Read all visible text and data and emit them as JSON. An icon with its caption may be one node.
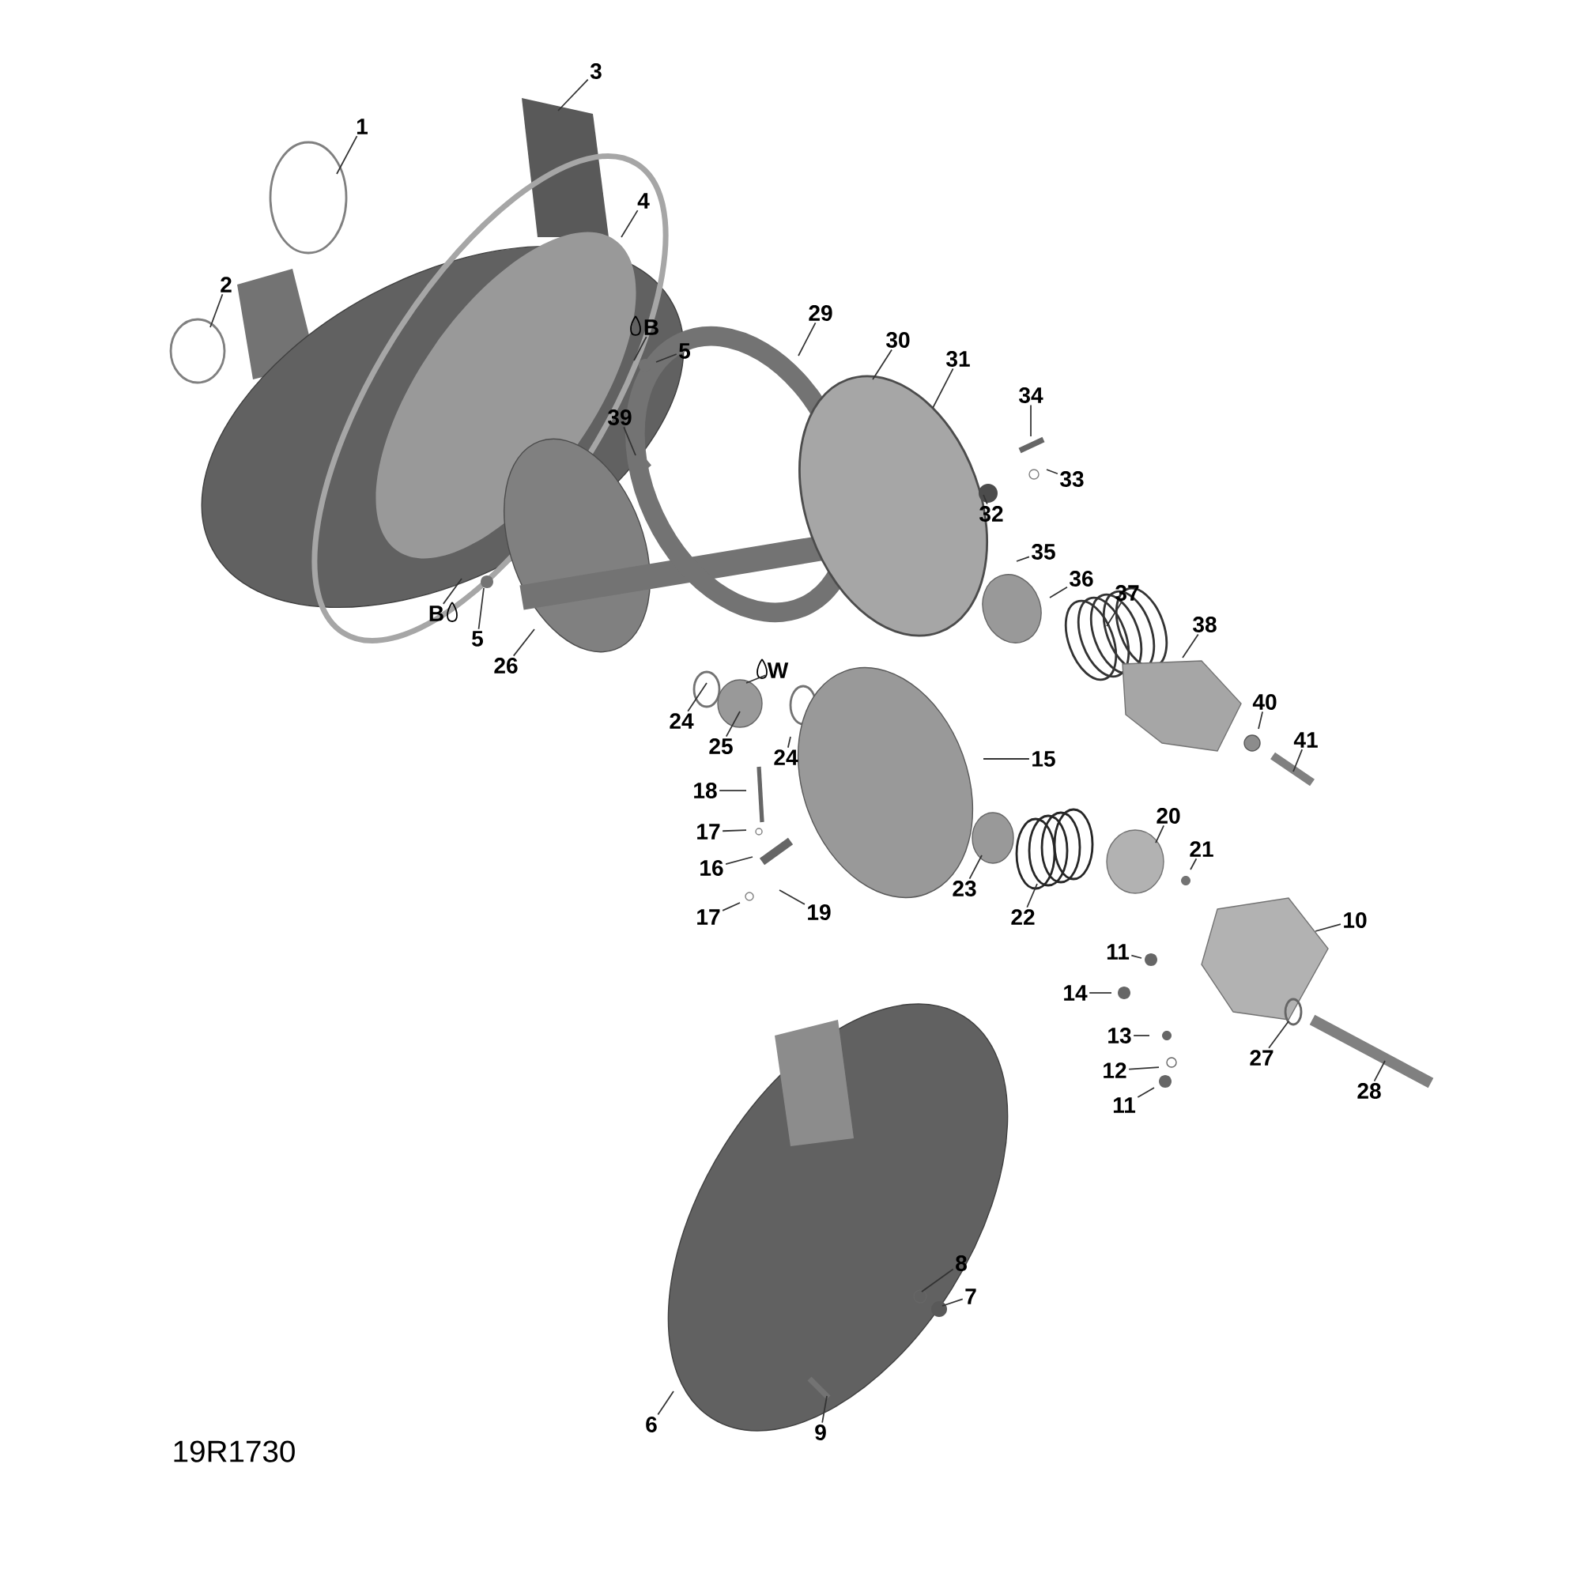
{
  "diagram": {
    "nodes": [
      {
        "text": [
          "1"
        ]
      },
      {
        "text": [
          "2"
        ]
      },
      {
        "text": [
          "3"
        ]
      },
      {
        "text": [
          "4"
        ]
      },
      {
        "text": [
          "B"
        ]
      },
      {
        "text": [
          "5"
        ]
      },
      {
        "text": [
          "39"
        ]
      },
      {
        "text": [
          "B"
        ]
      },
      {
        "text": [
          "5"
        ]
      },
      {
        "text": [
          "29"
        ]
      },
      {
        "text": [
          "30"
        ]
      },
      {
        "text": [
          "31"
        ]
      },
      {
        "text": [
          "34"
        ]
      },
      {
        "text": [
          "33"
        ]
      },
      {
        "text": [
          "32"
        ]
      },
      {
        "text": [
          "35"
        ]
      },
      {
        "text": [
          "36"
        ]
      },
      {
        "text": [
          "37"
        ]
      },
      {
        "text": [
          "38"
        ]
      },
      {
        "text": [
          "40"
        ]
      },
      {
        "text": [
          "41"
        ]
      },
      {
        "text": [
          "26"
        ]
      },
      {
        "text": [
          "24"
        ]
      },
      {
        "text": [
          "25"
        ]
      },
      {
        "text": [
          "W"
        ]
      },
      {
        "text": [
          "24"
        ]
      },
      {
        "text": [
          "15"
        ]
      },
      {
        "text": [
          "18"
        ]
      },
      {
        "text": [
          "17"
        ]
      },
      {
        "text": [
          "16"
        ]
      },
      {
        "text": [
          "17"
        ]
      },
      {
        "text": [
          "19"
        ]
      },
      {
        "text": [
          "23"
        ]
      },
      {
        "text": [
          "22"
        ]
      },
      {
        "text": [
          "20"
        ]
      },
      {
        "text": [
          "21"
        ]
      },
      {
        "text": [
          "10"
        ]
      },
      {
        "text": [
          "11"
        ]
      },
      {
        "text": [
          "14"
        ]
      },
      {
        "text": [
          "13"
        ]
      },
      {
        "text": [
          "12"
        ]
      },
      {
        "text": [
          "11"
        ]
      },
      {
        "text": [
          "27"
        ]
      },
      {
        "text": [
          "28"
        ]
      },
      {
        "text": [
          "8"
        ]
      },
      {
        "text": [
          "7"
        ]
      },
      {
        "text": [
          "6"
        ]
      },
      {
        "text": [
          "9"
        ]
      }
    ],
    "edges": [
      {
        "from": 0,
        "to": null,
        "arrow": "none"
      },
      {
        "from": 1,
        "to": null,
        "arrow": "none"
      },
      {
        "from": 2,
        "to": null,
        "arrow": "none"
      },
      {
        "from": 3,
        "to": null,
        "arrow": "none"
      },
      {
        "from": 4,
        "to": null,
        "arrow": "none"
      },
      {
        "from": 5,
        "to": null,
        "arrow": "none"
      },
      {
        "from": 6,
        "to": null,
        "arrow": "none"
      },
      {
        "from": 7,
        "to": null,
        "arrow": "none"
      },
      {
        "from": 8,
        "to": null,
        "arrow": "none"
      },
      {
        "from": 9,
        "to": null,
        "arrow": "none"
      },
      {
        "from": 10,
        "to": null,
        "arrow": "none"
      },
      {
        "from": 11,
        "to": null,
        "arrow": "none"
      },
      {
        "from": 12,
        "to": null,
        "arrow": "none"
      },
      {
        "from": 13,
        "to": null,
        "arrow": "none"
      },
      {
        "from": 14,
        "to": null,
        "arrow": "none"
      },
      {
        "from": 15,
        "to": null,
        "arrow": "none"
      },
      {
        "from": 16,
        "to": null,
        "arrow": "none"
      },
      {
        "from": 17,
        "to": null,
        "arrow": "none"
      },
      {
        "from": 18,
        "to": null,
        "arrow": "none"
      },
      {
        "from": 19,
        "to": null,
        "arrow": "none"
      },
      {
        "from": 20,
        "to": null,
        "arrow": "none"
      },
      {
        "from": 21,
        "to": null,
        "arrow": "none"
      },
      {
        "from": 22,
        "to": null,
        "arrow": "none"
      },
      {
        "from": 23,
        "to": null,
        "arrow": "none"
      },
      {
        "from": 24,
        "to": null,
        "arrow": "none"
      },
      {
        "from": 25,
        "to": null,
        "arrow": "none"
      },
      {
        "from": 26,
        "to": null,
        "arrow": "none"
      },
      {
        "from": 27,
        "to": null,
        "arrow": "none"
      },
      {
        "from": 28,
        "to": null,
        "arrow": "none"
      },
      {
        "from": 29,
        "to": null,
        "arrow": "none"
      },
      {
        "from": 30,
        "to": null,
        "arrow": "none"
      },
      {
        "from": 31,
        "to": null,
        "arrow": "none"
      },
      {
        "from": 32,
        "to": null,
        "arrow": "none"
      },
      {
        "from": 33,
        "to": null,
        "arrow": "none"
      },
      {
        "from": 34,
        "to": null,
        "arrow": "none"
      },
      {
        "from": 35,
        "to": null,
        "arrow": "none"
      },
      {
        "from": 36,
        "to": null,
        "arrow": "none"
      },
      {
        "from": 37,
        "to": null,
        "arrow": "none"
      },
      {
        "from": 38,
        "to": null,
        "arrow": "none"
      },
      {
        "from": 39,
        "to": null,
        "arrow": "none"
      },
      {
        "from": 40,
        "to": null,
        "arrow": "none"
      },
      {
        "from": 41,
        "to": null,
        "arrow": "none"
      },
      {
        "from": 42,
        "to": null,
        "arrow": "none"
      },
      {
        "from": 43,
        "to": null,
        "arrow": "none"
      },
      {
        "from": 44,
        "to": null,
        "arrow": "none"
      },
      {
        "from": 45,
        "to": null,
        "arrow": "none"
      },
      {
        "from": 46,
        "to": null,
        "arrow": "none"
      },
      {
        "from": 47,
        "to": null,
        "arrow": "none"
      }
    ],
    "labels": [
      "19R1730"
    ]
  }
}
